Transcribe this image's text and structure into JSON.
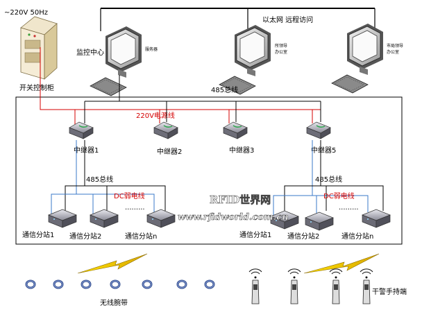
{
  "power_label": "~220V  50Hz",
  "ethernet_label": "以太网  远程访问",
  "monitor_center_label": "监控中心",
  "server_label": "服务器",
  "office_a_label": [
    "所领导",
    "办公室"
  ],
  "office_b_label": [
    "市局领导",
    "办公室"
  ],
  "cabinet_label": "开关控制柜",
  "bus485_top_label": "485总线",
  "power_line_label": "220V电源线",
  "repeaters": [
    "中继器1",
    "中继器2",
    "中继器3",
    "中继器5"
  ],
  "bus485_left_label": "485总线",
  "bus485_right_label": "485总线",
  "dc_left_label": "DC弱电线",
  "dc_right_label": "DC弱电线",
  "ellipsis": ".........",
  "stations_left": [
    "通信分站1",
    "通信分站2",
    "通信分站n"
  ],
  "stations_right": [
    "通信分站1",
    "通信分站2",
    "通信分站n"
  ],
  "wristband_label": "无线腕带",
  "handheld_label": "干警手持端",
  "watermark_title": "RFID世界网",
  "watermark_url": "www.rfidworld.com.cn",
  "colors": {
    "power_line": "#d40000",
    "dc_line": "#3a78c8",
    "bus_line": "#000000"
  }
}
